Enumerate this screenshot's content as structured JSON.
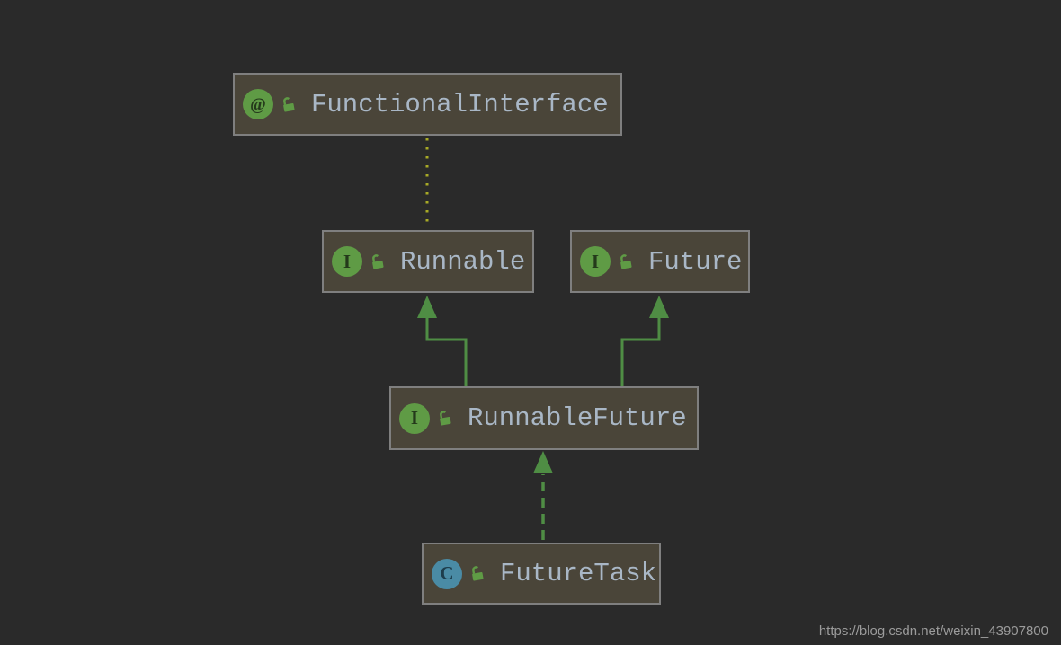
{
  "diagram": {
    "nodes": [
      {
        "label": "FunctionalInterface",
        "kind": "annotation",
        "icon_glyph": "@"
      },
      {
        "label": "Runnable",
        "kind": "interface",
        "icon_glyph": "I"
      },
      {
        "label": "Future",
        "kind": "interface",
        "icon_glyph": "I"
      },
      {
        "label": "RunnableFuture",
        "kind": "interface",
        "icon_glyph": "I"
      },
      {
        "label": "FutureTask",
        "kind": "class",
        "icon_glyph": "C"
      }
    ],
    "edges": [
      {
        "from": "Runnable",
        "to": "FunctionalInterface",
        "style": "dotted",
        "relation": "annotated-with"
      },
      {
        "from": "RunnableFuture",
        "to": "Runnable",
        "style": "solid",
        "relation": "extends"
      },
      {
        "from": "RunnableFuture",
        "to": "Future",
        "style": "solid",
        "relation": "extends"
      },
      {
        "from": "FutureTask",
        "to": "RunnableFuture",
        "style": "dashed",
        "relation": "implements"
      }
    ]
  },
  "watermark": {
    "text": "https://blog.csdn.net/weixin_43907800"
  },
  "colors": {
    "background": "#2a2a2a",
    "node_fill": "#4a4539",
    "node_border": "#7f7f7f",
    "node_label": "#a9b7c6",
    "green_icon": "#5f9b45",
    "class_icon_blue": "#4a8ba5",
    "edge_green": "#4f8d44",
    "annotation_edge_yellow": "#a8aa26",
    "watermark_gray": "#9b9b9b"
  }
}
